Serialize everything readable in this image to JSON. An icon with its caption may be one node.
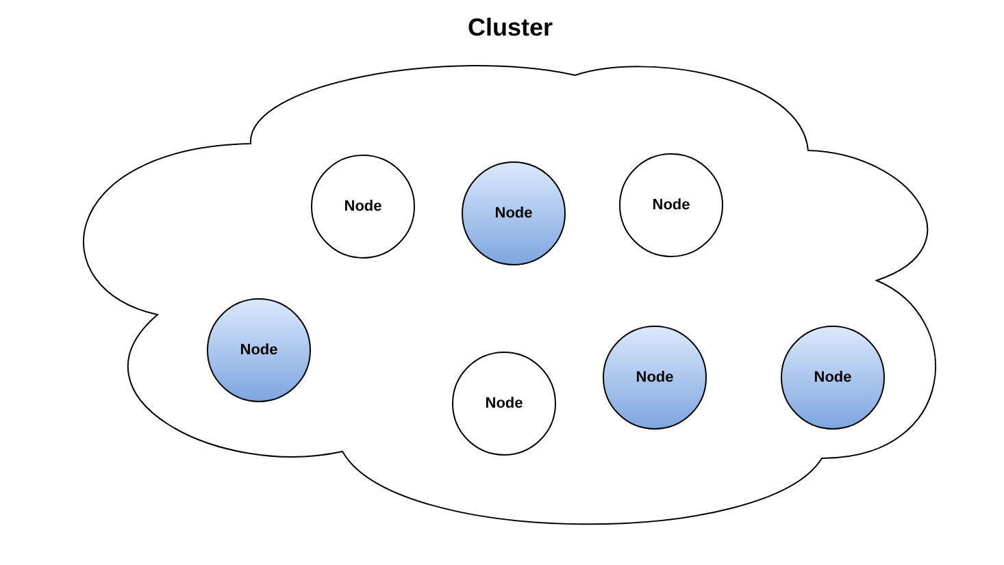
{
  "diagram": {
    "nodes": [
      {
        "text": [
          "Cluster"
        ]
      },
      {
        "text": [
          "Node"
        ],
        "in": 0
      },
      {
        "text": [
          "Node"
        ],
        "in": 0
      },
      {
        "text": [
          "Node"
        ],
        "in": 0
      },
      {
        "text": [
          "Node"
        ],
        "in": 0
      },
      {
        "text": [
          "Node"
        ],
        "in": 0
      },
      {
        "text": [
          "Node"
        ],
        "in": 0
      },
      {
        "text": [
          "Node"
        ],
        "in": 0
      }
    ]
  }
}
